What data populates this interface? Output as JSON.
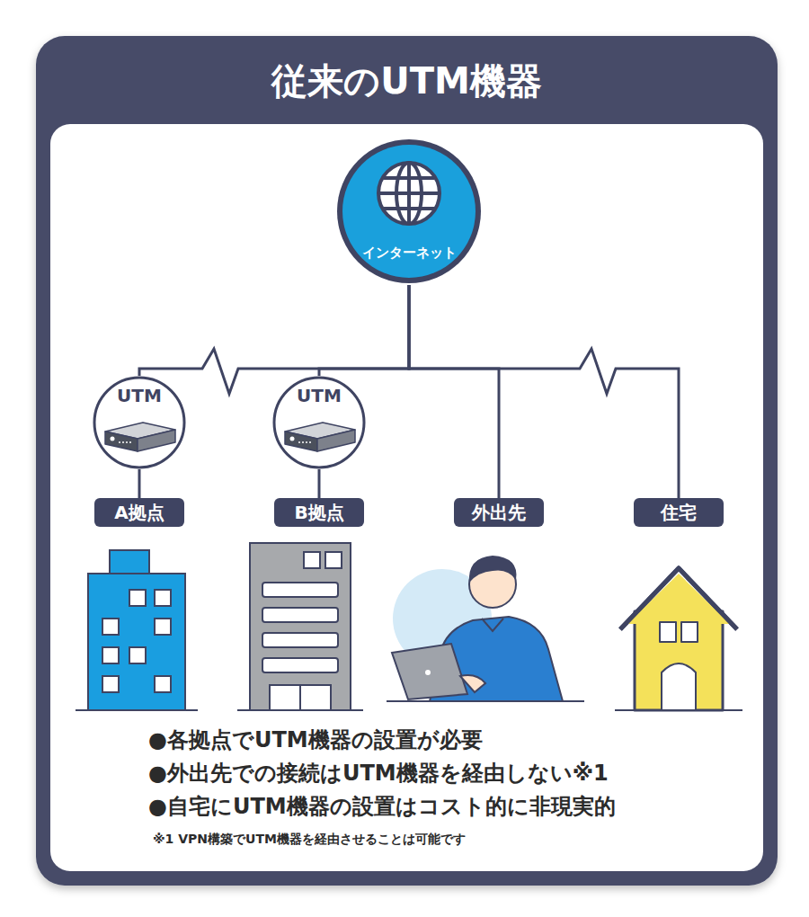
{
  "diagram": {
    "title": "従来のUTM機器",
    "nodes": [
      {
        "text": [
          "インターネット"
        ]
      },
      {
        "text": [
          "UTM"
        ]
      },
      {
        "text": [
          "UTM"
        ]
      },
      {
        "text": [
          "A拠点"
        ]
      },
      {
        "text": [
          "B拠点"
        ]
      },
      {
        "text": [
          "外出先"
        ]
      },
      {
        "text": [
          "住宅"
        ]
      }
    ],
    "edges": [
      {
        "from": 0,
        "to": 1,
        "arrow": "none"
      },
      {
        "from": 0,
        "to": 2,
        "arrow": "none"
      },
      {
        "from": 0,
        "to": 5,
        "arrow": "none"
      },
      {
        "from": 0,
        "to": 6,
        "arrow": "none"
      },
      {
        "from": 1,
        "to": 3,
        "arrow": "none"
      },
      {
        "from": 2,
        "to": 4,
        "arrow": "none"
      }
    ],
    "labels": [
      "●各拠点でUTM機器の設置が必要",
      "●外出先での接続はUTM機器を経由しない※1",
      "●自宅にUTM機器の設置はコスト的に非現実的",
      "※1 VPN構築でUTM機器を経由させることは可能です"
    ]
  }
}
